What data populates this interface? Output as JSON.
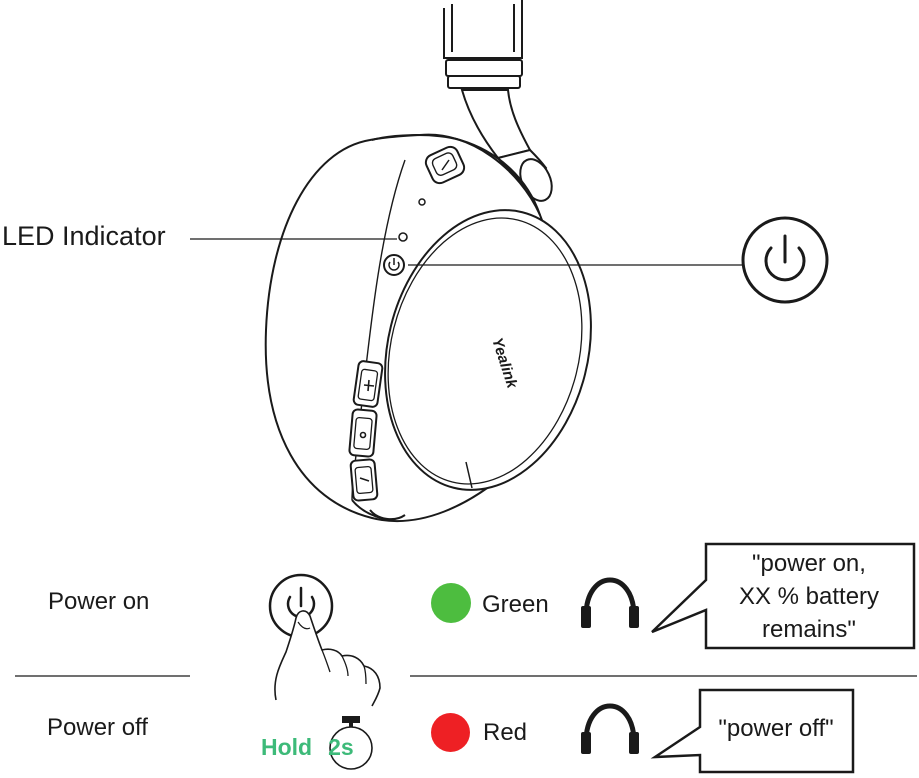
{
  "led_indicator_label": "LED Indicator",
  "brand_logo": "Yealink",
  "rows": {
    "power_on": {
      "label": "Power on",
      "led_color_name": "Green",
      "led_color": "#4dbd3f",
      "prompt_lines": [
        "\"power on,",
        "XX % battery",
        "remains\""
      ]
    },
    "power_off": {
      "label": "Power off",
      "led_color_name": "Red",
      "led_color": "#ee2024",
      "prompt_lines": [
        "\"power off\""
      ]
    }
  },
  "hold": {
    "word": "Hold",
    "duration": "2s",
    "color": "#3dba79"
  },
  "icons": {
    "power": "power-icon",
    "headset": "headset-icon",
    "finger": "finger-press-icon",
    "timer": "stopwatch-icon"
  }
}
